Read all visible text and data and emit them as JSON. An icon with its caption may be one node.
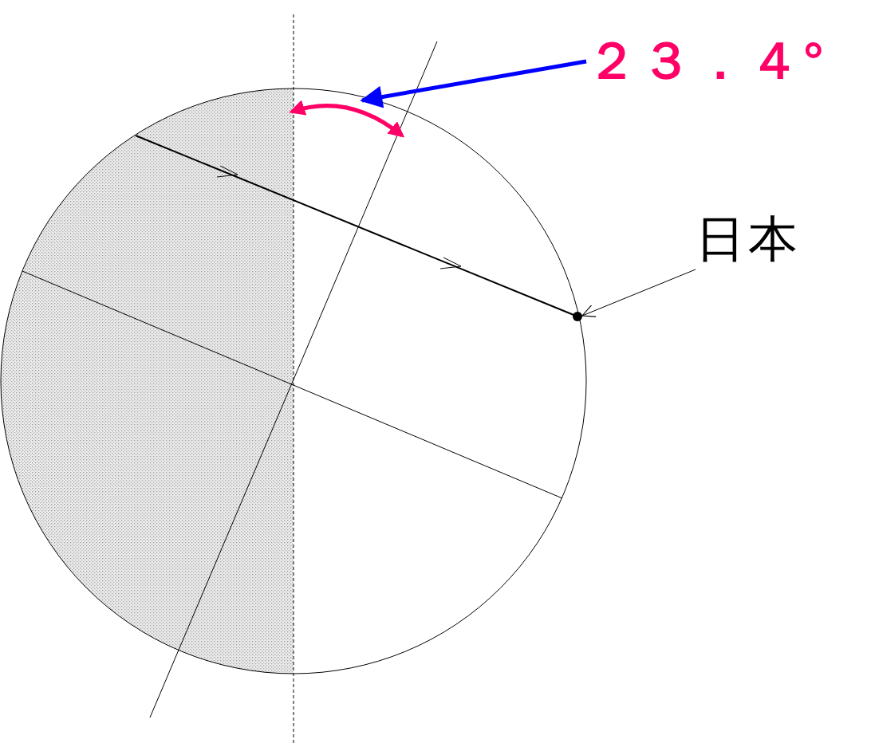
{
  "diagram": {
    "nodes": [
      {
        "text": [
          "２３．４°"
        ]
      },
      {
        "text": [],
        "shape": "arc"
      },
      {
        "text": [
          "日本"
        ]
      },
      {
        "text": [],
        "shape": "circle"
      }
    ],
    "edges": [
      {
        "from": 0,
        "to": 1,
        "arrow": "to",
        "style": "thick",
        "color": "#0000ff"
      },
      {
        "from": 2,
        "to": 3,
        "arrow": "to",
        "color": "#000000"
      }
    ]
  }
}
